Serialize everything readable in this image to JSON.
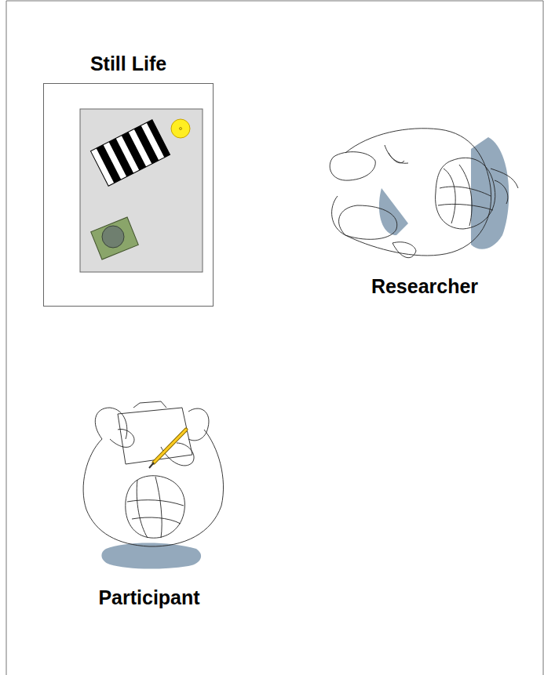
{
  "diagram": {
    "nodes": [
      {
        "text": [
          "Still Life"
        ]
      }
    ],
    "labels": [
      "Researcher",
      "Participant"
    ]
  }
}
